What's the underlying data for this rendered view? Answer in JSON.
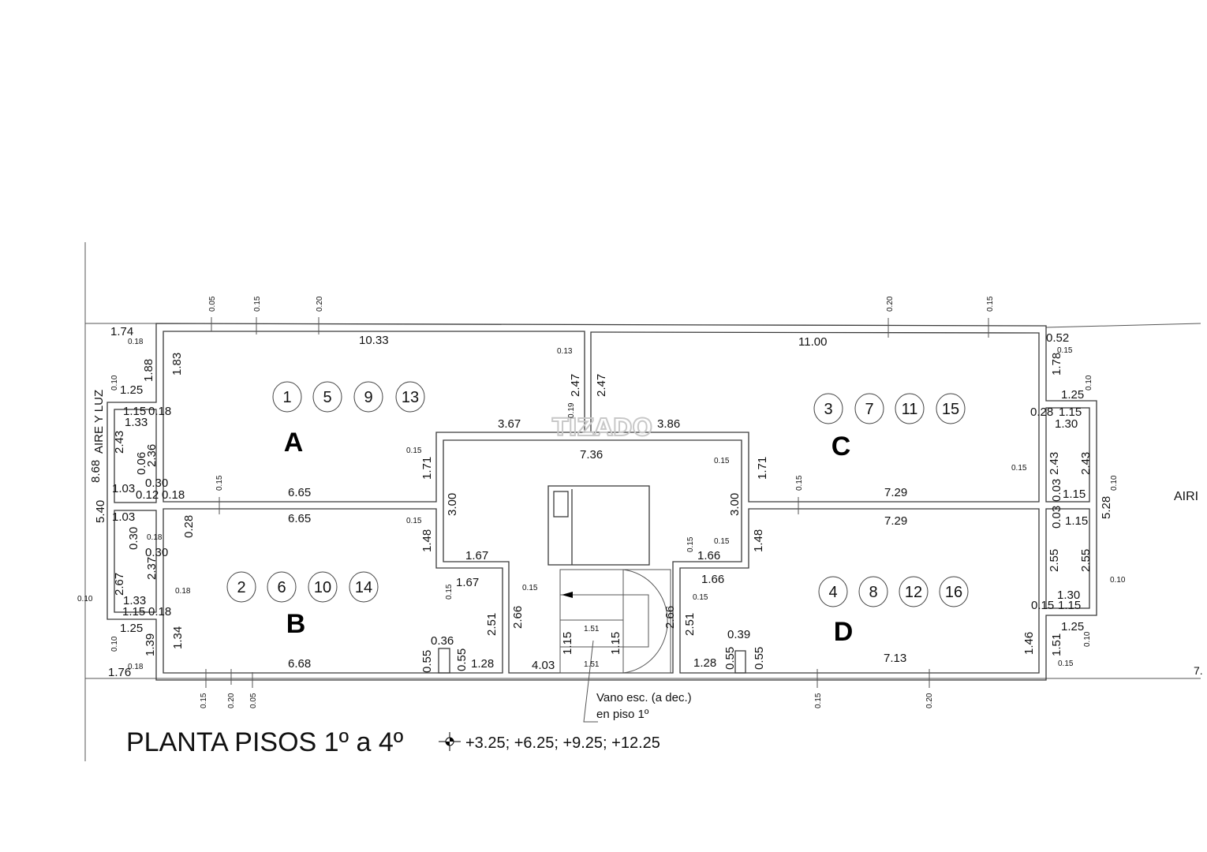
{
  "title": "PLANTA PISOS 1º a 4º",
  "levels": "+3.25; +6.25; +9.25; +12.25",
  "note": [
    "Vano esc. (a dec.)",
    "en piso 1º"
  ],
  "side_labels": {
    "left": "AIRE Y LUZ",
    "right": "AIRI",
    "right_bottom": "7."
  },
  "watermark": "TIZADO",
  "units": [
    {
      "letter": "A",
      "numbers": [
        "1",
        "5",
        "9",
        "13"
      ]
    },
    {
      "letter": "B",
      "numbers": [
        "2",
        "6",
        "10",
        "14"
      ]
    },
    {
      "letter": "C",
      "numbers": [
        "3",
        "7",
        "11",
        "15"
      ]
    },
    {
      "letter": "D",
      "numbers": [
        "4",
        "8",
        "12",
        "16"
      ]
    }
  ],
  "dimensions": [
    "1.74",
    "10.33",
    "11.00",
    "0.52",
    "1.25",
    "1.15",
    "0.18",
    "1.33",
    "3.67",
    "3.86",
    "7.36",
    "0.30",
    "1.03",
    "0.12",
    "0.18",
    "6.65",
    "7.29",
    "1.25",
    "0.28",
    "1.15",
    "1.30",
    "1.15",
    "1.03",
    "6.65",
    "7.29",
    "1.15",
    "0.30",
    "1.67",
    "1.66",
    "1.67",
    "1.66",
    "1.33",
    "1.15",
    "0.18",
    "1.30",
    "0.15",
    "1.15",
    "1.25",
    "1.25",
    "0.36",
    "0.39",
    "6.68",
    "1.28",
    "4.03",
    "1.28",
    "7.13",
    "1.76",
    "1.51",
    "1.51"
  ],
  "vertical_dimensions": [
    "1.88",
    "1.83",
    "2.47",
    "2.47",
    "1.78",
    "2.43",
    "0.06",
    "2.36",
    "8.68",
    "5.40",
    "1.71",
    "3.00",
    "3.00",
    "1.71",
    "2.43",
    "2.43",
    "0.03",
    "5.28",
    "0.30",
    "0.28",
    "2.67",
    "2.37",
    "1.48",
    "1.48",
    "2.51",
    "2.66",
    "2.66",
    "2.51",
    "0.03",
    "2.55",
    "2.55",
    "1.34",
    "1.39",
    "0.55",
    "0.55",
    "0.55",
    "0.55",
    "1.46",
    "1.51",
    "1.15",
    "1.15"
  ],
  "small_dimensions": [
    "0.05",
    "0.15",
    "0.20",
    "0.20",
    "0.15",
    "0.18",
    "0.13",
    "0.15",
    "0.10",
    "0.10",
    "0.19",
    "0.15",
    "0.15",
    "0.15",
    "0.15",
    "0.15",
    "0.10",
    "0.15",
    "0.15",
    "0.15",
    "0.18",
    "0.15",
    "0.15",
    "0.15",
    "0.10",
    "0.18",
    "0.10",
    "0.10",
    "0.10",
    "0.18",
    "0.15",
    "0.15",
    "0.20",
    "0.05",
    "0.15",
    "0.20"
  ]
}
